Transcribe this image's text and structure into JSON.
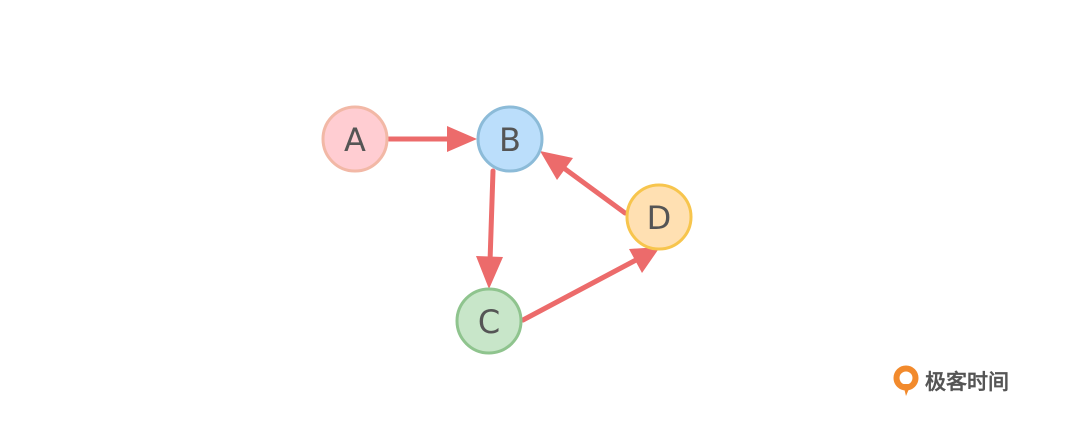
{
  "diagram": {
    "nodes": [
      {
        "id": "A",
        "label": "A",
        "fill": "#FFCDD2",
        "stroke": "#F2B8A6"
      },
      {
        "id": "B",
        "label": "B",
        "fill": "#BBDEFB",
        "stroke": "#8CBBD8"
      },
      {
        "id": "C",
        "label": "C",
        "fill": "#C8E6C9",
        "stroke": "#8FC48E"
      },
      {
        "id": "D",
        "label": "D",
        "fill": "#FFE0B2",
        "stroke": "#F7C54D"
      }
    ],
    "edges": [
      {
        "from": "A",
        "to": "B"
      },
      {
        "from": "B",
        "to": "C"
      },
      {
        "from": "C",
        "to": "D"
      },
      {
        "from": "D",
        "to": "B"
      }
    ],
    "edge_color": "#EC6B6B"
  },
  "watermark": {
    "text": "极客时间",
    "logo_color": "#F28A2C"
  }
}
